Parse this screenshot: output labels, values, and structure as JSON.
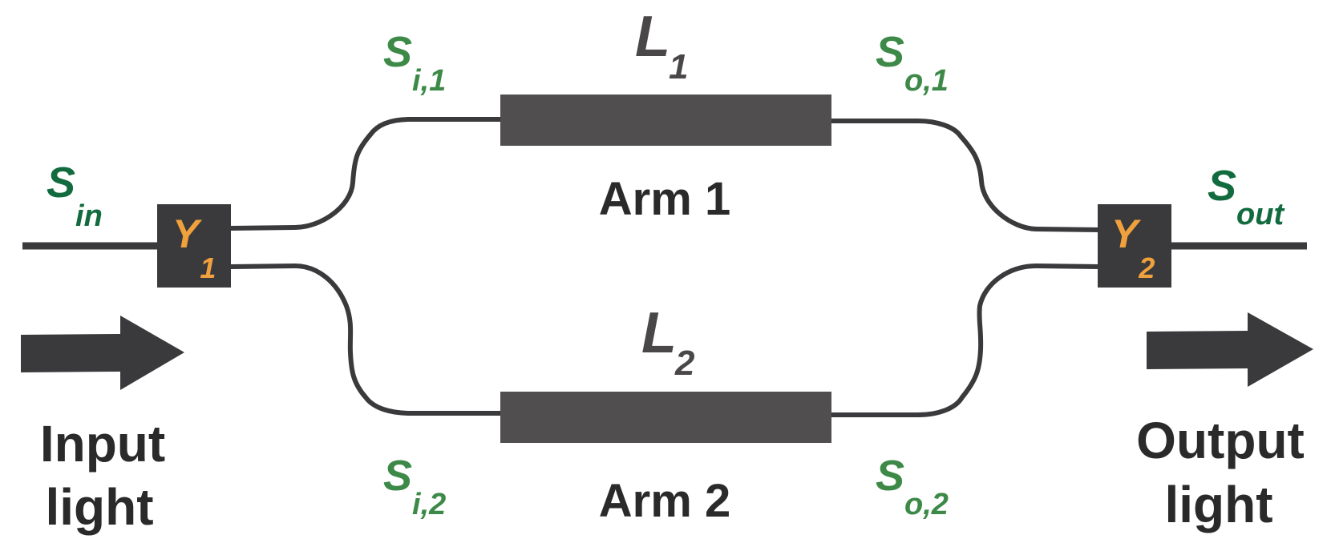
{
  "colors": {
    "wire": "#3a3a3c",
    "arm_bar": "#514e4f",
    "box": "#3a3a3c",
    "signal_green_dark": "#126b3e",
    "signal_green": "#3d8a48",
    "coupler_orange": "#f0a03c",
    "text_dark": "#2b2a2b",
    "length_gray": "#4a4748"
  },
  "signals": {
    "in": {
      "main": "S",
      "sub": "in"
    },
    "i1": {
      "main": "S",
      "sub": "i,1"
    },
    "o1": {
      "main": "S",
      "sub": "o,1"
    },
    "i2": {
      "main": "S",
      "sub": "i,2"
    },
    "o2": {
      "main": "S",
      "sub": "o,2"
    },
    "out": {
      "main": "S",
      "sub": "out"
    }
  },
  "lengths": {
    "l1": {
      "main": "L",
      "sub": "1"
    },
    "l2": {
      "main": "L",
      "sub": "2"
    }
  },
  "couplers": {
    "y1": {
      "main": "Y",
      "sub": "1"
    },
    "y2": {
      "main": "Y",
      "sub": "2"
    }
  },
  "arms": {
    "arm1": "Arm 1",
    "arm2": "Arm 2"
  },
  "io": {
    "input_line1": "Input",
    "input_line2": "light",
    "output_line1": "Output",
    "output_line2": "light"
  }
}
